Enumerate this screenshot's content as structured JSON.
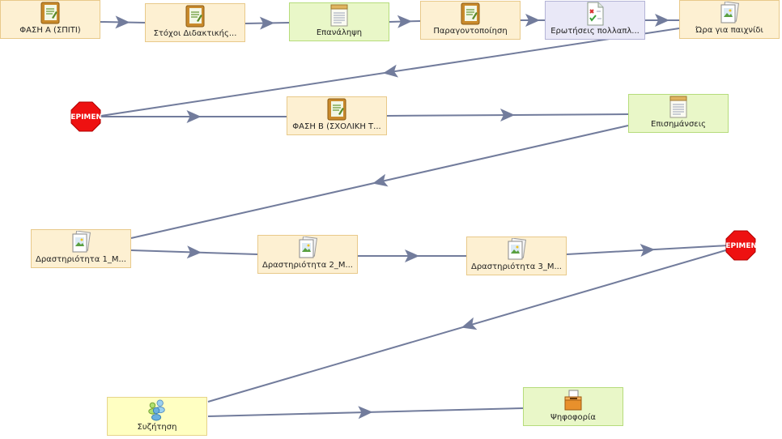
{
  "nodes": {
    "phase_a": {
      "label": "ΦΑΣΗ Α (ΣΠΙΤΙ)",
      "icon": "notebook-icon"
    },
    "goals": {
      "label": "Στόχοι Διδακτικής...",
      "icon": "notebook-icon"
    },
    "revision": {
      "label": "Επανάληψη",
      "icon": "notepad-icon"
    },
    "factoring": {
      "label": "Παραγοντοποίηση",
      "icon": "notebook-icon"
    },
    "multiple_choice": {
      "label": "Ερωτήσεις πολλαπλ...",
      "icon": "quiz-document-icon"
    },
    "play_time": {
      "label": "Ώρα για παιχνίδι",
      "icon": "image-document-icon"
    },
    "phase_b": {
      "label": "ΦΑΣΗ Β (ΣΧΟΛΙΚΗ Τ...",
      "icon": "notebook-icon"
    },
    "notes": {
      "label": "Επισημάνσεις",
      "icon": "notepad-icon"
    },
    "activity_1": {
      "label": "Δραστηριότητα 1_Μ...",
      "icon": "image-document-icon"
    },
    "activity_2": {
      "label": "Δραστηριότητα 2_Μ...",
      "icon": "image-document-icon"
    },
    "activity_3": {
      "label": "Δραστηριότητα 3_Μ...",
      "icon": "image-document-icon"
    },
    "discussion": {
      "label": "Συζήτηση",
      "icon": "people-icon"
    },
    "voting": {
      "label": "Ψηφοφορία",
      "icon": "ballot-box-icon"
    }
  },
  "stops": {
    "wait_1": {
      "label": "ΠΕΡΙΜΕΝΕ"
    },
    "wait_2": {
      "label": "ΠΕΡΙΜΕΝΕ"
    }
  },
  "colors": {
    "connector": "#727c9c",
    "activity_fill": "#fdf0d2",
    "activity_border": "#e8c98a",
    "notes_fill": "#e9f7c8",
    "quiz_fill": "#e9e8f7",
    "forum_fill": "#ffffc2",
    "stop_red": "#ee1111"
  }
}
